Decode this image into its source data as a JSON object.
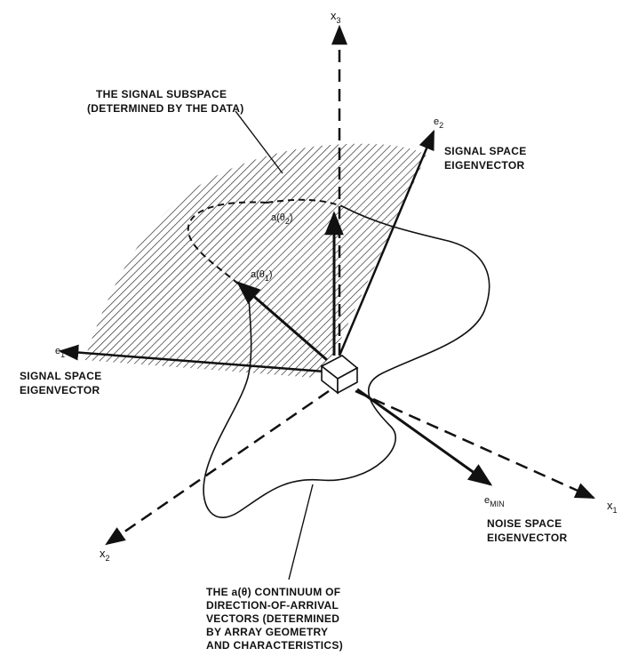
{
  "axes": {
    "x1": {
      "base": "x",
      "sub": "1"
    },
    "x2": {
      "base": "x",
      "sub": "2"
    },
    "x3": {
      "base": "x",
      "sub": "3"
    }
  },
  "eigen_labels": {
    "e1": {
      "base": "e",
      "sub": "1"
    },
    "e2": {
      "base": "e",
      "sub": "2"
    },
    "emin": {
      "base": "e",
      "sub": "MIN"
    }
  },
  "vector_labels": {
    "a_theta1": {
      "pre": "a(",
      "sym": "θ",
      "sub": "1",
      "post": ")"
    },
    "a_theta2": {
      "pre": "a(",
      "sym": "θ",
      "sub": "2",
      "post": ")"
    }
  },
  "captions": {
    "signal_subspace": [
      "THE SIGNAL SUBSPACE",
      "(DETERMINED BY THE DATA)"
    ],
    "signal_eigen_upper": [
      "SIGNAL SPACE",
      "EIGENVECTOR"
    ],
    "signal_eigen_left": [
      "SIGNAL SPACE",
      "EIGENVECTOR"
    ],
    "noise_eigen": [
      "NOISE SPACE",
      "EIGENVECTOR"
    ],
    "continuum": [
      "THE a(θ) CONTINUUM OF",
      "DIRECTION-OF-ARRIVAL",
      "VECTORS (DETERMINED",
      "BY ARRAY GEOMETRY",
      "AND CHARACTERISTICS)"
    ]
  }
}
